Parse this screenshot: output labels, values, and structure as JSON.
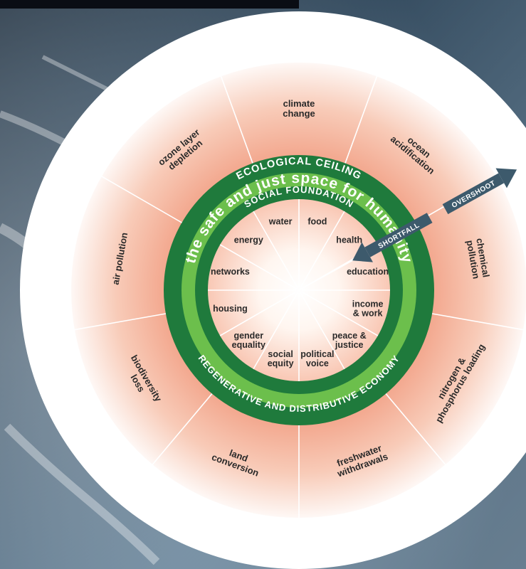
{
  "colors": {
    "dark_green": "#1f7a3c",
    "light_green": "#6cbf4c",
    "peach": "#f2a48a",
    "arrow": "#3d5a6c",
    "space_dark": "#0a0d14"
  },
  "ecological_ceiling": {
    "label": "ECOLOGICAL CEILING"
  },
  "safe_space": {
    "label": "the safe and just space for humanity"
  },
  "social_foundation": {
    "label": "SOCIAL FOUNDATION"
  },
  "economy": {
    "label": "REGENERATIVE AND DISTRIBUTIVE ECONOMY"
  },
  "arrows": {
    "overshoot": "OVERSHOOT",
    "shortfall": "SHORTFALL"
  },
  "social_dimensions": [
    {
      "lines": [
        "food"
      ]
    },
    {
      "lines": [
        "health"
      ]
    },
    {
      "lines": [
        "education"
      ]
    },
    {
      "lines": [
        "income",
        "& work"
      ]
    },
    {
      "lines": [
        "peace &",
        "justice"
      ]
    },
    {
      "lines": [
        "political",
        "voice"
      ]
    },
    {
      "lines": [
        "social",
        "equity"
      ]
    },
    {
      "lines": [
        "gender",
        "equality"
      ]
    },
    {
      "lines": [
        "housing"
      ]
    },
    {
      "lines": [
        "networks"
      ]
    },
    {
      "lines": [
        "energy"
      ]
    },
    {
      "lines": [
        "water"
      ]
    }
  ],
  "ecological_dimensions": [
    {
      "lines": [
        "climate",
        "change"
      ]
    },
    {
      "lines": [
        "ocean",
        "acidification"
      ]
    },
    {
      "lines": [
        "chemical",
        "pollution"
      ]
    },
    {
      "lines": [
        "nitrogen &",
        "phosphorus loading"
      ]
    },
    {
      "lines": [
        "freshwater",
        "withdrawals"
      ]
    },
    {
      "lines": [
        "land",
        "conversion"
      ]
    },
    {
      "lines": [
        "biodiversity",
        "loss"
      ]
    },
    {
      "lines": [
        "air pollution"
      ]
    },
    {
      "lines": [
        "ozone layer",
        "depletion"
      ]
    }
  ]
}
